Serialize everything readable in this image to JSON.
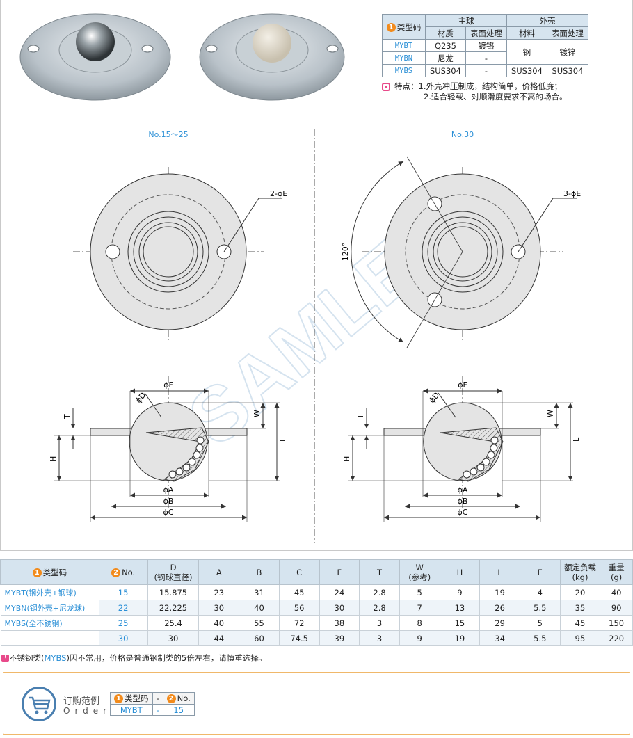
{
  "spec_table": {
    "type_header": "类型码",
    "ball_header": "主球",
    "shell_header": "外壳",
    "material": "材质",
    "surface": "表面处理",
    "shell_material": "材料",
    "shell_surface": "表面处理",
    "rows": [
      {
        "code": "MYBT",
        "ball_material": "Q235",
        "ball_surface": "镀铬"
      },
      {
        "code": "MYBN",
        "ball_material": "尼龙",
        "ball_surface": "-"
      },
      {
        "code": "MYBS",
        "ball_material": "SUS304",
        "ball_surface": "-",
        "shell_material": "SUS304",
        "shell_surface": "SUS304"
      }
    ],
    "steel_shell_material": "钢",
    "steel_shell_surface": "镀锌"
  },
  "features": {
    "label": "特点：",
    "line1": "1.外壳冲压制成，结构简单，价格低廉；",
    "line2": "2.适合轻载、对顺滑度要求不高的场合。"
  },
  "drawing": {
    "left_title": "No.15～25",
    "right_title": "No.30",
    "left_hole_label": "2-ϕE",
    "right_hole_label": "3-ϕE",
    "angle_label": "120°",
    "dim_F": "ϕF",
    "dim_D": "ϕD",
    "dim_A": "ϕA",
    "dim_B": "ϕB",
    "dim_C": "ϕC",
    "dim_T": "T",
    "dim_W": "W",
    "dim_H": "H",
    "dim_L": "L",
    "watermark": "SAMLE"
  },
  "main_table": {
    "headers": {
      "type": "类型码",
      "no": "No.",
      "d_line1": "D",
      "d_line2": "(钢球直径)",
      "a": "A",
      "b": "B",
      "c": "C",
      "f": "F",
      "t": "T",
      "w_line1": "W",
      "w_line2": "(参考)",
      "h": "H",
      "l": "L",
      "e": "E",
      "load_line1": "额定负载",
      "load_line2": "(kg)",
      "weight_line1": "重量",
      "weight_line2": "(g)"
    },
    "types": [
      "MYBT(钢外壳+钢球)",
      "MYBN(钢外壳+尼龙球)",
      "MYBS(全不锈钢)"
    ],
    "rows": [
      [
        "15",
        "15.875",
        "23",
        "31",
        "45",
        "24",
        "2.8",
        "5",
        "9",
        "19",
        "4",
        "20",
        "40"
      ],
      [
        "22",
        "22.225",
        "30",
        "40",
        "56",
        "30",
        "2.8",
        "7",
        "13",
        "26",
        "5.5",
        "35",
        "90"
      ],
      [
        "25",
        "25.4",
        "40",
        "55",
        "72",
        "38",
        "3",
        "8",
        "15",
        "29",
        "5",
        "45",
        "150"
      ],
      [
        "30",
        "30",
        "44",
        "60",
        "74.5",
        "39",
        "3",
        "9",
        "19",
        "34",
        "5.5",
        "95",
        "220"
      ]
    ]
  },
  "note": {
    "pre": "不锈钢类(",
    "code": "MYBS",
    "post": ")因不常用，价格是普通钢制类的5倍左右，请慎重选择。"
  },
  "order": {
    "title": "订购范例",
    "subtitle": "Order",
    "type_label": "类型码",
    "dash": "-",
    "no_label": "No.",
    "type_value": "MYBT",
    "no_value": "15"
  }
}
